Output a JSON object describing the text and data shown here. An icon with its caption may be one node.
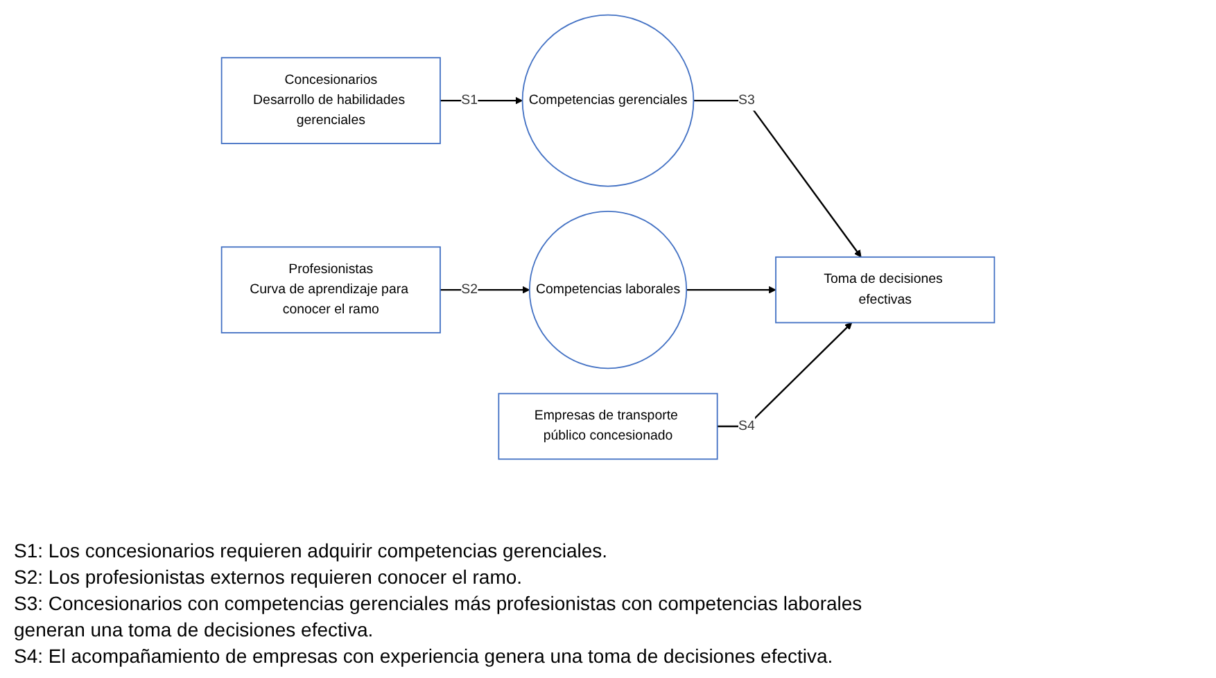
{
  "diagram": {
    "nodes": [
      {
        "text": [
          "Concesionarios",
          "Desarrollo de habilidades gerenciales"
        ]
      },
      {
        "text": [
          "Competencias gerenciales"
        ]
      },
      {
        "text": [
          "Profesionistas",
          "Curva de aprendizaje para conocer el ramo"
        ]
      },
      {
        "text": [
          "Competencias laborales"
        ]
      },
      {
        "text": [
          "Toma de decisiones efectivas"
        ]
      },
      {
        "text": [
          "Empresas de transporte público concesionado"
        ]
      }
    ],
    "edges": [
      {
        "from": 0,
        "to": 1,
        "arrow": "to",
        "label": "S1"
      },
      {
        "from": 2,
        "to": 3,
        "arrow": "to",
        "label": "S2"
      },
      {
        "from": 1,
        "to": 4,
        "arrow": "to",
        "label": "S3"
      },
      {
        "from": 3,
        "to": 4,
        "arrow": "to"
      },
      {
        "from": 5,
        "to": 4,
        "arrow": "to",
        "label": "S4"
      }
    ],
    "labels": [
      "S1: Los concesionarios requieren adquirir competencias gerenciales.",
      "S2: Los profesionistas externos requieren conocer el ramo.",
      "S3: Concesionarios con competencias gerenciales más profesionistas con competencias laborales generan una toma de decisiones efectiva.",
      "S4: El acompañamiento de empresas con experiencia genera una toma de decisiones efectiva."
    ]
  }
}
